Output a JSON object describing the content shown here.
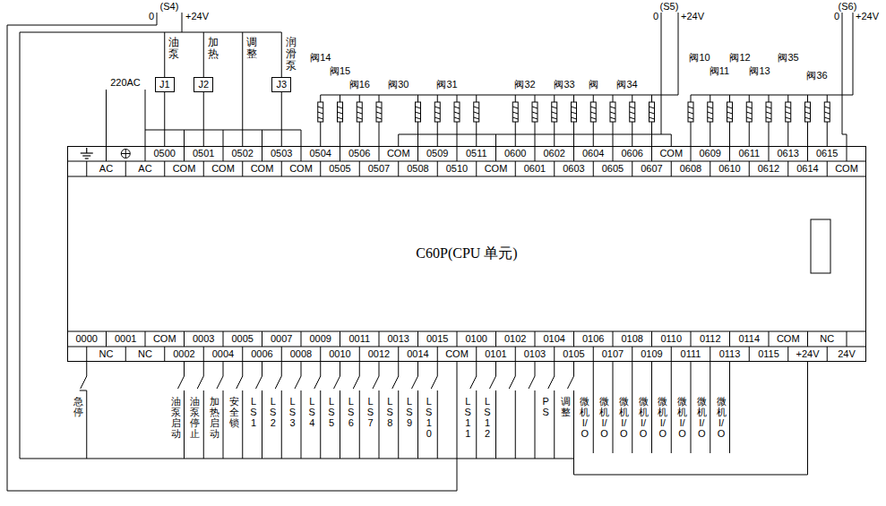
{
  "diagram": {
    "nodes": [
      {
        "text": [
          "C60P(CPU 单元)"
        ]
      },
      {
        "text": [
          "J1"
        ]
      },
      {
        "text": [
          "J2"
        ]
      },
      {
        "text": [
          "J3"
        ]
      }
    ],
    "edges": [
      {
        "from": 1,
        "to": 0,
        "arrow": "none"
      },
      {
        "from": 2,
        "to": 0,
        "arrow": "none"
      },
      {
        "from": 3,
        "to": 0,
        "arrow": "none"
      }
    ],
    "labels": [
      "0500",
      "0501",
      "0502",
      "0503",
      "0504",
      "0506",
      "COM",
      "0509",
      "0511",
      "0600",
      "0602",
      "0604",
      "0606",
      "COM",
      "0609",
      "0611",
      "0613",
      "0615",
      "AC",
      "AC",
      "COM",
      "COM",
      "COM",
      "COM",
      "0505",
      "0507",
      "0508",
      "0510",
      "COM",
      "0601",
      "0603",
      "0605",
      "0607",
      "0608",
      "0610",
      "0612",
      "0614",
      "COM",
      "0000",
      "0001",
      "COM",
      "0003",
      "0005",
      "0007",
      "0009",
      "0011",
      "0013",
      "0015",
      "0100",
      "0102",
      "0104",
      "0106",
      "0108",
      "0110",
      "0112",
      "0114",
      "COM",
      "NC",
      "NC",
      "NC",
      "0002",
      "0004",
      "0006",
      "0008",
      "0010",
      "0012",
      "0014",
      "COM",
      "0101",
      "0103",
      "0105",
      "0107",
      "0109",
      "0111",
      "0113",
      "0115",
      "+24V",
      "24V",
      "(S4)",
      "0",
      "+24V",
      "(S5)",
      "0",
      "+24V",
      "(S6)",
      "0",
      "+24V",
      "220AC",
      "油泵",
      "加热",
      "调整",
      "润滑泵",
      "阀14",
      "阀15",
      "阀16",
      "阀30",
      "阀31",
      "阀32",
      "阀33",
      "阀",
      "阀34",
      "阀10",
      "阀11",
      "阀12",
      "阀13",
      "阀35",
      "阀36",
      "急停",
      "油泵启动",
      "油泵停止",
      "加热启动",
      "安全锁",
      "LS1",
      "LS2",
      "LS3",
      "LS4",
      "LS5",
      "LS6",
      "LS7",
      "LS8",
      "LS9",
      "LS10",
      "LS11",
      "LS12",
      "PS",
      "调整",
      "微机I/O",
      "微机I/O",
      "微机I/O",
      "微机I/O",
      "微机I/O",
      "微机I/O",
      "微机I/O",
      "微机I/O"
    ]
  }
}
